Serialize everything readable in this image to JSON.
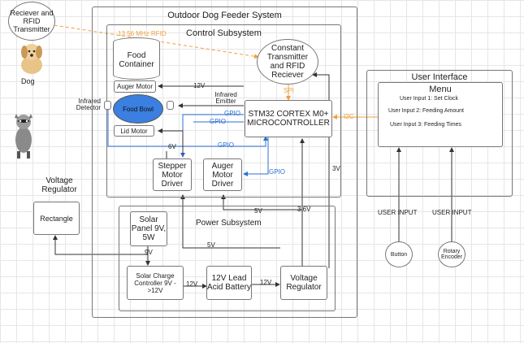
{
  "system": {
    "title": "Outdoor Dog Feeder System",
    "rfid_transmitter": "Reciever and RFID Transmitter",
    "dog_label": "Dog",
    "rfid_link": "13.56 MHz RFID"
  },
  "control": {
    "title": "Control Subsystem",
    "food_container": "Food Container",
    "auger_motor_top": "Auger Motor",
    "food_bowl": "Food Bowl",
    "lid_motor": "Lid Motor",
    "infrared_detector": "Infrared Detector",
    "infrared_emitter": "Infrared Emitter",
    "constant_transmitter": "Constant Transmitter and RFID Reciever",
    "mcu": "STM32 CORTEX M0+ MICROCONTROLLER",
    "stepper_driver": "Stepper Motor Driver",
    "auger_driver": "Auger Motor Driver",
    "spi": "SPI",
    "i2c": "I2C",
    "gpio": "GPIO"
  },
  "power": {
    "title": "Power Subsystem",
    "solar_panel": "Solar Panel 9V, 5W",
    "charge_controller": "Solar Charge Controller 9V ->12V",
    "battery": "12V Lead Acid Battery",
    "voltage_regulator": "Voltage Regulator"
  },
  "external_regulator": {
    "title": "Voltage Regulator",
    "shape": "Rectangle"
  },
  "user_interface": {
    "title": "User Interface",
    "menu_title": "Menu",
    "inputs": [
      "User Input 1: Set Clock",
      "User Input 2: Feeding Amount",
      "User Input 3: Feeding Times"
    ],
    "user_input_label": "USER INPUT",
    "button": "Button",
    "rotary_encoder": "Rotary Encoder"
  },
  "voltages": {
    "v12": "12V",
    "v6": "6V",
    "v5": "5V",
    "v3_6": "3.6V",
    "v3": "3V",
    "v9": "9V"
  },
  "colors": {
    "gpio": "#2b6fd6",
    "spi_i2c": "#f0a040",
    "bowl": "#3b7fe0"
  }
}
